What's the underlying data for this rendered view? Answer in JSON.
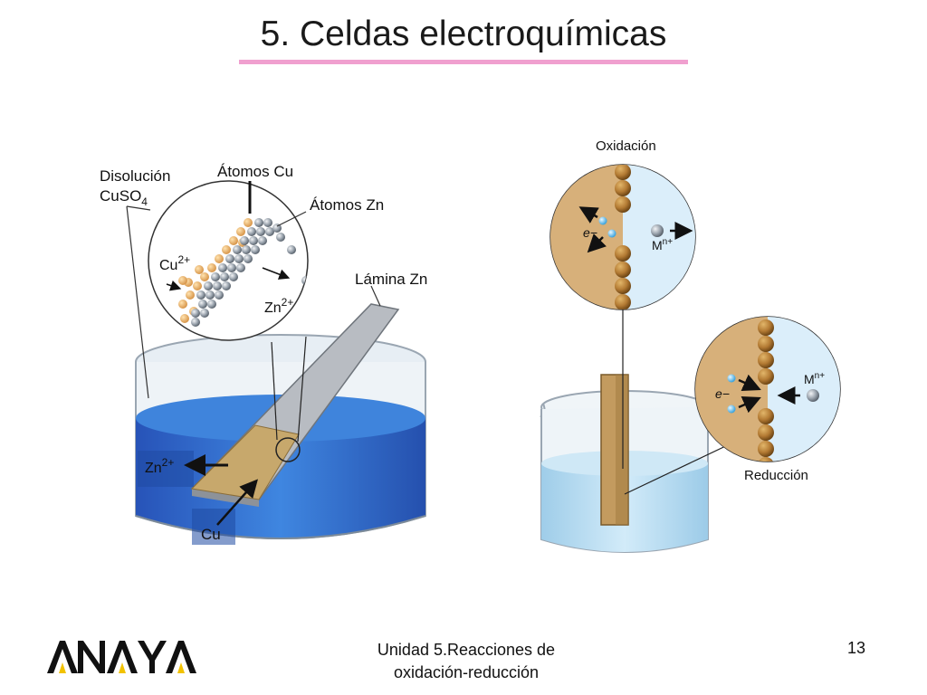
{
  "slide": {
    "title": "5. Celdas electroquímicas",
    "footer_line1": "Unidad 5.Reacciones de",
    "footer_line2": "oxidación-reducción",
    "page_number": "13",
    "logo_text": "ANAYA"
  },
  "left_diagram": {
    "disolucion_line1": "Disolución",
    "disolucion_line2": "CuSO",
    "disolucion_sub": "4",
    "atomos_cu": "Átomos Cu",
    "atomos_zn": "Átomos Zn",
    "cu_ion": "Cu",
    "cu_ion_sup": "2+",
    "zn_ion_circle": "Zn",
    "zn_ion_circle_sup": "2+",
    "lamina_zn": "Lámina Zn",
    "zn_ion_beaker": "Zn",
    "zn_ion_beaker_sup": "2+",
    "cu_beaker": "Cu"
  },
  "right_diagram": {
    "oxidacion": "Oxidación",
    "reduccion": "Reducción",
    "electron_top": "e−",
    "metal_ion_top": "M",
    "metal_ion_top_sup": "n+",
    "electron_bottom": "e−",
    "metal_ion_bottom": "M",
    "metal_ion_bottom_sup": "n+"
  },
  "colors": {
    "title_rule": "#f0a0cf",
    "solution_blue": "#2f6fd0",
    "zinc_plate": "#b8bcc2",
    "copper_coat": "#c7a86c",
    "light_solution": "#bfe0f5",
    "logo_yellow": "#f2c200"
  }
}
